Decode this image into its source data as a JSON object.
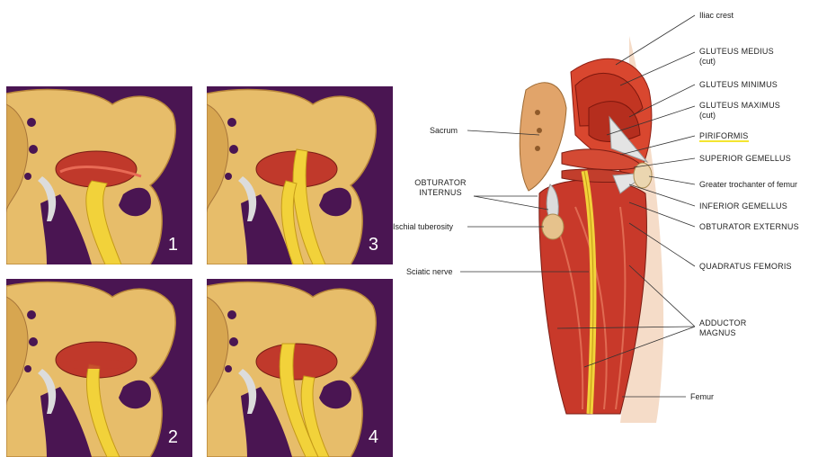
{
  "panels": [
    {
      "number": "1",
      "variant": "under"
    },
    {
      "number": "3",
      "variant": "split-under"
    },
    {
      "number": "2",
      "variant": "through"
    },
    {
      "number": "4",
      "variant": "split-over"
    }
  ],
  "labels": {
    "iliac_crest": "Iliac crest",
    "gluteus_medius": "GLUTEUS MEDIUS",
    "gluteus_medius_sub": "(cut)",
    "gluteus_minimus": "GLUTEUS MINIMUS",
    "gluteus_maximus": "GLUTEUS MAXIMUS",
    "gluteus_maximus_sub": "(cut)",
    "piriformis": "PIRIFORMIS",
    "superior_gemellus": "SUPERIOR GEMELLUS",
    "greater_trochanter": "Greater trochanter of femur",
    "inferior_gemellus": "INFERIOR GEMELLUS",
    "obturator_externus": "OBTURATOR EXTERNUS",
    "quadratus_femoris": "QUADRATUS FEMORIS",
    "adductor_magnus_1": "ADDUCTOR",
    "adductor_magnus_2": "MAGNUS",
    "femur": "Femur",
    "sacrum": "Sacrum",
    "obturator_internus_1": "OBTURATOR",
    "obturator_internus_2": "INTERNUS",
    "ischial_tuberosity": "Ischial tuberosity",
    "sciatic_nerve": "Sciatic nerve"
  },
  "colors": {
    "panel_bg": "#4a1552",
    "bone": "#e9c170",
    "muscle": "#c8392a",
    "nerve": "#f2d23a",
    "highlight": "#f4e531"
  }
}
